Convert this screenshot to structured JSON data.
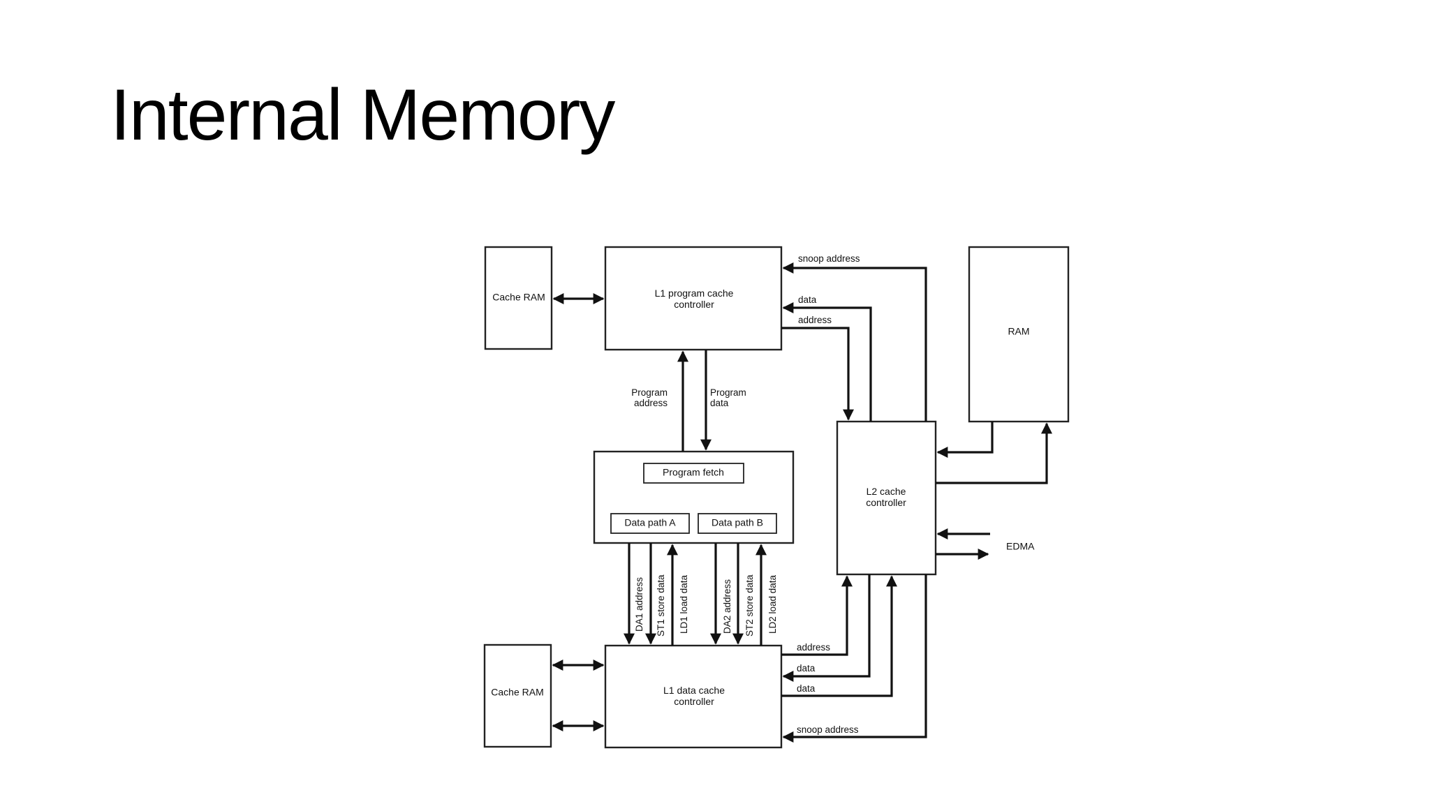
{
  "title": "Internal Memory",
  "blocks": {
    "cache_ram_top": "Cache RAM",
    "l1p_line1": "L1 program cache",
    "l1p_line2": "controller",
    "ram": "RAM",
    "program_fetch": "Program fetch",
    "data_path_a": "Data path A",
    "data_path_b": "Data path B",
    "l2_line1": "L2 cache",
    "l2_line2": "controller",
    "cache_ram_bottom": "Cache RAM",
    "l1d_line1": "L1 data cache",
    "l1d_line2": "controller",
    "edma": "EDMA"
  },
  "labels": {
    "snoop_address_top": "snoop address",
    "data_top": "data",
    "address_top": "address",
    "program_address_1": "Program",
    "program_address_2": "address",
    "program_data_1": "Program",
    "program_data_2": "data",
    "da1_address": "DA1 address",
    "st1_store_data": "ST1 store data",
    "ld1_load_data": "LD1 load data",
    "da2_address": "DA2 address",
    "st2_store_data": "ST2 store data",
    "ld2_load_data": "LD2 load data",
    "address_bottom": "address",
    "data_bottom_1": "data",
    "data_bottom_2": "data",
    "snoop_address_bottom": "snoop address"
  }
}
